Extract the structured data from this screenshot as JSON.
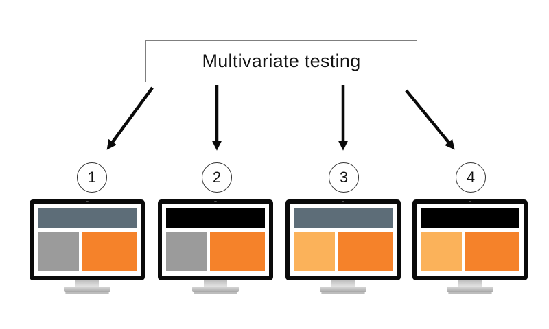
{
  "title": "Multivariate testing",
  "colors": {
    "slate": "#5d6d78",
    "black": "#000000",
    "gray": "#9b9b9b",
    "orange": "#f5822a",
    "light_orange": "#fbb25a"
  },
  "variants": [
    {
      "number": "1",
      "header": "slate",
      "left": "gray",
      "right": "orange"
    },
    {
      "number": "2",
      "header": "black",
      "left": "gray",
      "right": "orange"
    },
    {
      "number": "3",
      "header": "slate",
      "left": "light_orange",
      "right": "orange"
    },
    {
      "number": "4",
      "header": "black",
      "left": "light_orange",
      "right": "orange"
    }
  ]
}
